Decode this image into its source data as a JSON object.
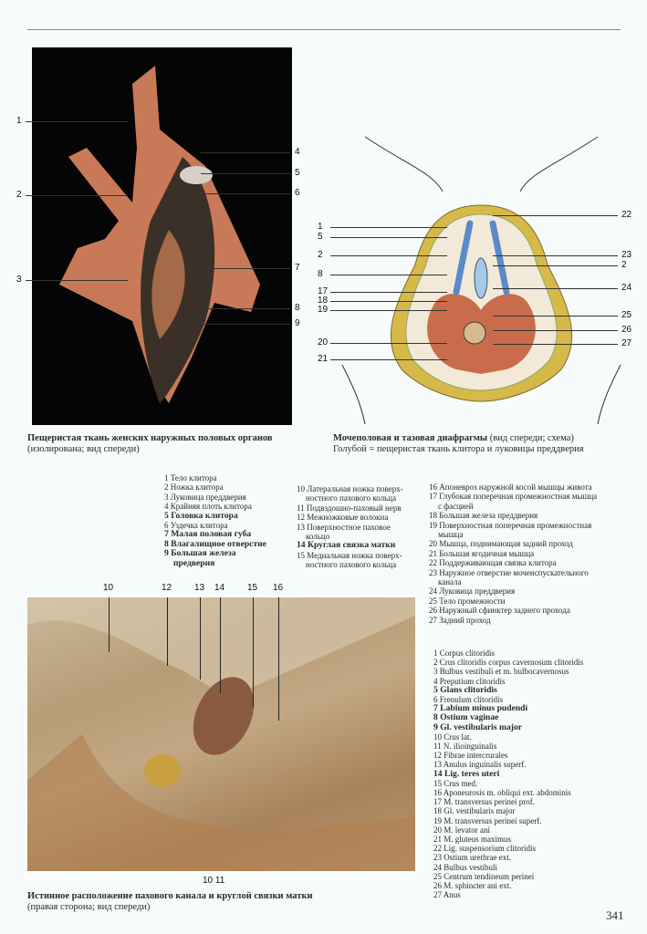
{
  "page_number": "341",
  "figure1": {
    "caption_title": "Пещеристая ткань женских наружных половых органов",
    "caption_sub": "(изолирована; вид спереди)",
    "labels": [
      "1",
      "2",
      "3",
      "4",
      "5",
      "6",
      "7",
      "8",
      "9"
    ]
  },
  "figure2": {
    "caption_title": "Мочеполовая и тазовая диафрагмы",
    "caption_note": " (вид спереди; схема)",
    "caption_sub": "Голубой = пещеристая ткань клитора и луковицы преддверия",
    "left_labels": [
      "1",
      "5",
      "2",
      "8",
      "17",
      "18",
      "19",
      "20",
      "21"
    ],
    "right_labels": [
      "22",
      "23",
      "2",
      "24",
      "25",
      "26",
      "27"
    ]
  },
  "figure3": {
    "caption_title": "Истинное расположение пахового канала и круглой связки матки",
    "caption_sub": "(правая сторона; вид спереди)",
    "top_labels": [
      "10",
      "12",
      "13",
      "14",
      "15",
      "16"
    ],
    "bottom_labels": "10 11"
  },
  "legend_ru_col1": [
    {
      "t": "1 Тело клитора"
    },
    {
      "t": "2 Ножка клитора"
    },
    {
      "t": "3 Луковица преддверия"
    },
    {
      "t": "4 Крайняя плоть клитора"
    },
    {
      "t": "5 Головка клитора",
      "b": true
    },
    {
      "t": "6 Уздечка клитора"
    },
    {
      "t": "7 Малая половая губа",
      "b": true
    },
    {
      "t": "8 Влагалищное отверстие",
      "b": true
    },
    {
      "t": "9 Большая железа",
      "b": true
    },
    {
      "t": "предверия",
      "b": true,
      "i": true
    }
  ],
  "legend_ru_col2": [
    {
      "t": "10 Латеральная ножка поверх-"
    },
    {
      "t": "ностного пахового кольца",
      "i": true
    },
    {
      "t": "11 Подвздошно-паховый нерв"
    },
    {
      "t": "12 Межножковые волокна"
    },
    {
      "t": "13 Поверхностное паховое"
    },
    {
      "t": "кольцо",
      "i": true
    },
    {
      "t": "14 Круглая связка матки",
      "b": true
    },
    {
      "t": "15 Медиальная ножка поверх-"
    },
    {
      "t": "ностного пахового кольца",
      "i": true
    }
  ],
  "legend_ru_col3": [
    {
      "t": "16 Апоневроз наружной косой мышцы живота"
    },
    {
      "t": "17 Глубокая поперечная промежностная мышца"
    },
    {
      "t": "с фасцией",
      "i": true
    },
    {
      "t": "18 Большая железа преддверия"
    },
    {
      "t": "19 Поверхностная поперечная промежностная"
    },
    {
      "t": "мышца",
      "i": true
    },
    {
      "t": "20 Мышца, поднимающая задний проход"
    },
    {
      "t": "21 Большая ягодичная мышца"
    },
    {
      "t": "22 Поддерживающая связка клитора"
    },
    {
      "t": "23 Наружное отверстие мочеиспускательного"
    },
    {
      "t": "канала",
      "i": true
    },
    {
      "t": "24 Луковица преддверия"
    },
    {
      "t": "25 Тело промежности"
    },
    {
      "t": "26 Наружный сфинктер заднего прохода"
    },
    {
      "t": "27 Задний проход"
    }
  ],
  "legend_lat": [
    {
      "t": "1 Corpus clitoridis"
    },
    {
      "t": "2 Crus clitoridis corpus cavernosum clitoridis"
    },
    {
      "t": "3 Bulbus vestibuli et m. bulbocavernosus"
    },
    {
      "t": "4 Preputium clitoridis"
    },
    {
      "t": "5 Glans clitoridis",
      "b": true
    },
    {
      "t": "6 Frenulum clitoridis"
    },
    {
      "t": "7 Labium minus pudendi",
      "b": true
    },
    {
      "t": "8 Ostium vaginae",
      "b": true
    },
    {
      "t": "9 Gl. vestibularis major",
      "b": true
    },
    {
      "t": "10 Crus lat."
    },
    {
      "t": "11 N. ilioinguinalis"
    },
    {
      "t": "12 Fibrae intercrurales"
    },
    {
      "t": "13 Anulus inguinalis superf."
    },
    {
      "t": "14 Lig. teres uteri",
      "b": true
    },
    {
      "t": "15 Crus med."
    },
    {
      "t": "16 Aponeurosis m. obliqui ext. abdominis"
    },
    {
      "t": "17 M. transversus perinei prof."
    },
    {
      "t": "18 Gl. vestibularis major"
    },
    {
      "t": "19 M. transversus perinei superf."
    },
    {
      "t": "20 M. levator ani"
    },
    {
      "t": "21 M. gluteus maximus"
    },
    {
      "t": "22 Lig. suspensorium clitoridis"
    },
    {
      "t": "23 Ostium urethrae ext."
    },
    {
      "t": "24 Bulbus vestibuli"
    },
    {
      "t": "25 Centrum tendineum perinei"
    },
    {
      "t": "26 M. sphincter ani ext."
    },
    {
      "t": "27 Anus"
    }
  ]
}
